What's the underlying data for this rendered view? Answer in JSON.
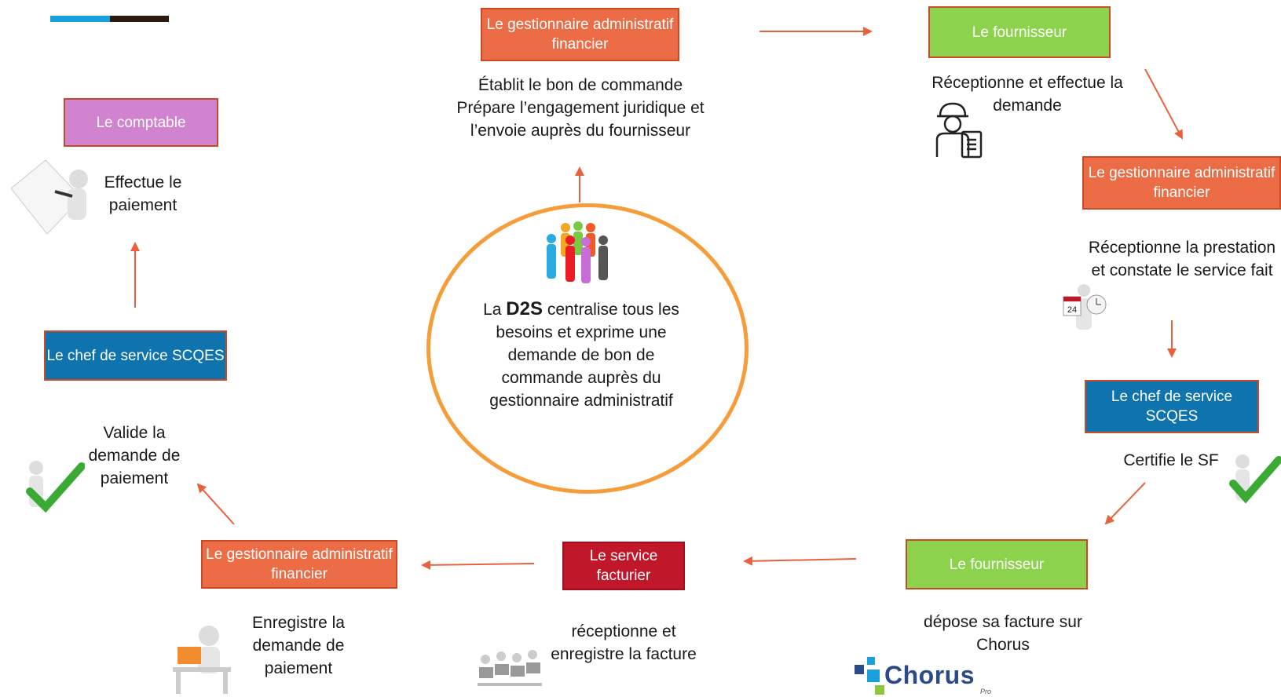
{
  "decor": {
    "bar_color_1": "#1aa0dc",
    "bar_color_2": "#2a1a10"
  },
  "colors": {
    "arrow": "#e8633d",
    "circle": "#f59d3a"
  },
  "center": {
    "prefix": "La ",
    "bold": "D2S",
    "suffix": " centralise tous les besoins et exprime une demande de bon de commande auprès du gestionnaire administratif"
  },
  "steps": {
    "gaf_top": {
      "role": "Le gestionnaire administratif financier",
      "action": "Établit le bon de commande Prépare l’engagement juridique et l’envoie auprès du fournisseur"
    },
    "fournisseur1": {
      "role": "Le fournisseur",
      "action": "Réceptionne et effectue la demande"
    },
    "gaf_right": {
      "role": "Le gestionnaire administratif financier",
      "action": "Réceptionne la prestation et constate le service fait"
    },
    "chef_right": {
      "role": "Le chef de service SCQES",
      "action": "Certifie le SF"
    },
    "fournisseur2": {
      "role": "Le fournisseur",
      "action": "dépose sa facture sur Chorus"
    },
    "facturier": {
      "role": "Le service facturier",
      "action": "réceptionne et enregistre la facture"
    },
    "gaf_bottom": {
      "role": "Le gestionnaire administratif financier",
      "action": "Enregistre la demande de paiement"
    },
    "chef_left": {
      "role": "Le chef de service SCQES",
      "action": "Valide la demande de paiement"
    },
    "comptable": {
      "role": "Le comptable",
      "action": "Effectue le paiement"
    }
  },
  "chorus_logo": {
    "name": "Chorus",
    "sub": "Pro"
  },
  "icons": [
    "people-group-icon",
    "worker-icon",
    "calendar-icon",
    "checkmark-icon",
    "paper-icon",
    "computer-user-icon",
    "office-workers-icon",
    "chorus-logo"
  ]
}
